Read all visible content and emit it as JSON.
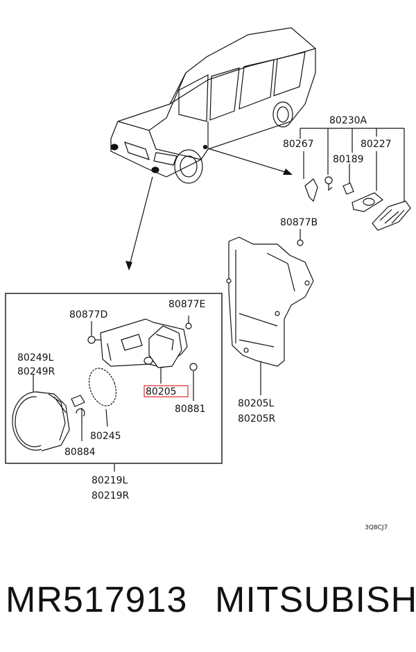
{
  "labels": {
    "set_a": "80230A",
    "p80267": "80267",
    "p80227": "80227",
    "p80189": "80189",
    "p80877b": "80877B",
    "p80877d": "80877D",
    "p80877e": "80877E",
    "p80249l": "80249L",
    "p80249r": "80249R",
    "p80205": "80205",
    "p80881": "80881",
    "p80245": "80245",
    "p80884": "80884",
    "p80219l": "80219L",
    "p80219r": "80219R",
    "p80205l": "80205L",
    "p80205r": "80205R",
    "code": "3Q8CJ7"
  },
  "footer": {
    "part_number": "MR517913",
    "brand": "MITSUBISHI"
  },
  "colors": {
    "highlight": "#e0262b",
    "line": "#111111"
  }
}
